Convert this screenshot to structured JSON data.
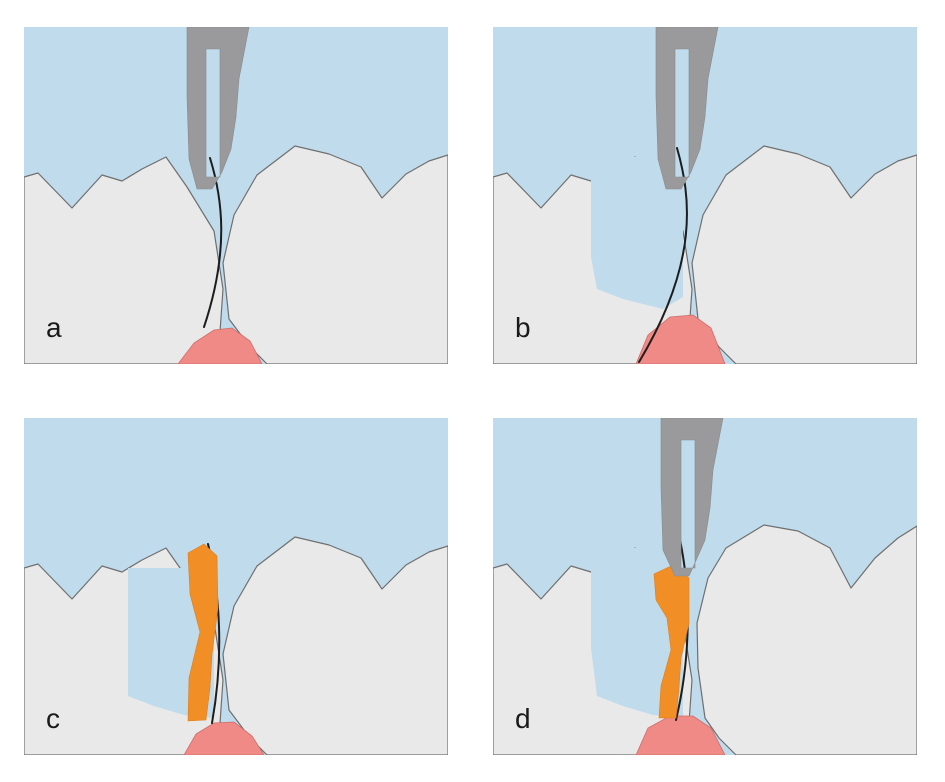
{
  "colors": {
    "cavity": "#bfdbec",
    "matrix": "#bfdbec",
    "tooth": "#e9e9e9",
    "tooth_outline": "#6f6f6f",
    "gingiva": "#ef8a86",
    "wedge": "#f18e25",
    "instrument": "#9a9a9c",
    "contact_line": "#1d1d1d"
  },
  "panels": [
    {
      "id": "a",
      "label": "a",
      "matrix_band": false,
      "wedge": false,
      "instrument": true
    },
    {
      "id": "b",
      "label": "b",
      "matrix_band": true,
      "wedge": false,
      "instrument": true
    },
    {
      "id": "c",
      "label": "c",
      "matrix_band": true,
      "wedge": true,
      "instrument": false
    },
    {
      "id": "d",
      "label": "d",
      "matrix_band": true,
      "wedge": true,
      "instrument": true
    }
  ],
  "icons": [
    "tooth-crown",
    "interdental-papilla",
    "separating-instrument",
    "matrix-band",
    "wooden-wedge"
  ]
}
